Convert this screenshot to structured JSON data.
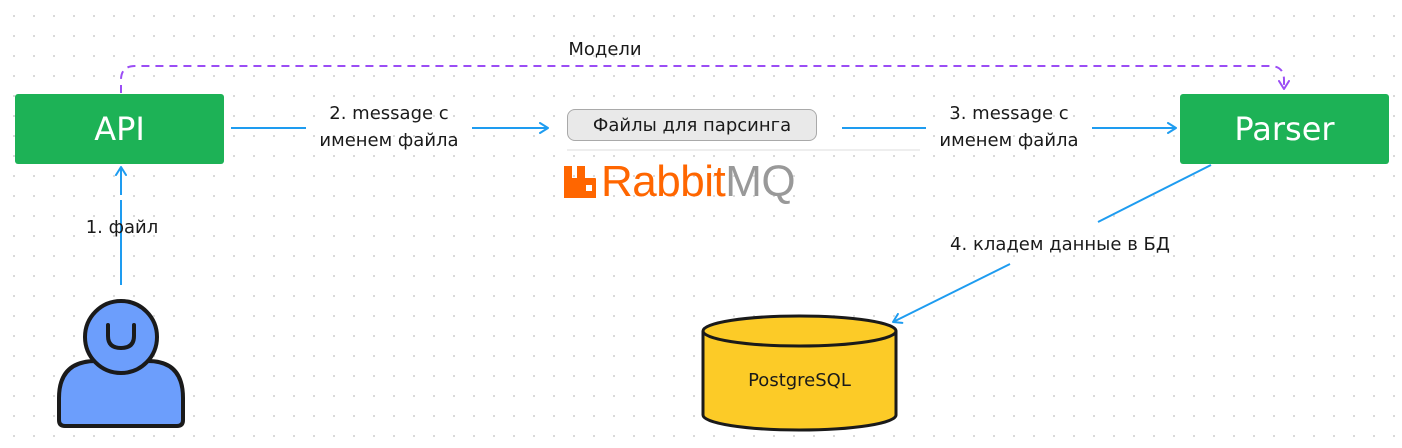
{
  "nodes": {
    "api": "API",
    "parser": "Parser",
    "database": "PostgreSQL",
    "queue": "Файлы для парсинга"
  },
  "logo": {
    "word_primary": "Rabbit",
    "word_secondary": "MQ"
  },
  "edges": {
    "upload": "1. файл",
    "api_to_queue_line1": "2. message с",
    "api_to_queue_line2": "именем файла",
    "queue_to_parser_line1": "3. message с",
    "queue_to_parser_line2": "именем файла",
    "parser_to_db": "4. кладем данные в БД",
    "models": "Модели"
  },
  "colors": {
    "node_green": "#1db256",
    "arrow_blue": "#1e9cf0",
    "dashed_purple": "#9b4df5",
    "db_yellow": "#fccb27",
    "user_blue": "#6c9efc",
    "rabbit_orange": "#ff6600",
    "mq_gray": "#999999"
  },
  "icons": [
    "user-icon",
    "database-icon",
    "rabbitmq-logo-icon"
  ]
}
